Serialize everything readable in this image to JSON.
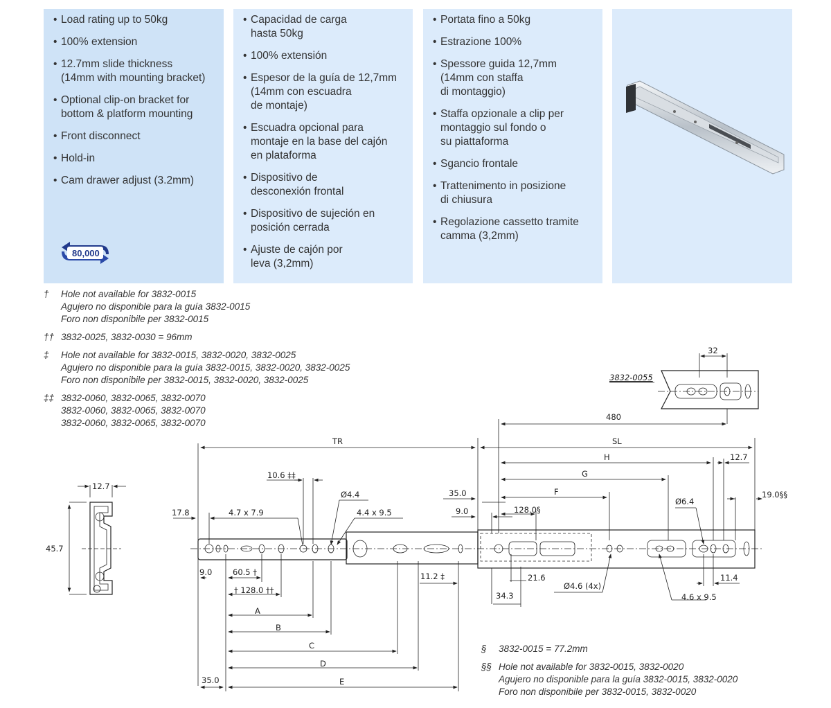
{
  "features": {
    "en": [
      "Load rating up to 50kg",
      "100% extension",
      "12.7mm slide thickness\n(14mm with mounting bracket)",
      "Optional clip-on bracket for\nbottom & platform mounting",
      "Front disconnect",
      "Hold-in",
      "Cam drawer adjust (3.2mm)"
    ],
    "es": [
      "Capacidad de carga\nhasta 50kg",
      "100% extensión",
      "Espesor de la guía de 12,7mm\n(14mm con escuadra\nde montaje)",
      "Escuadra opcional para\nmontaje en la base del cajón\nen plataforma",
      "Dispositivo de\ndesconexión frontal",
      "Dispositivo de sujeción en\nposición cerrada",
      "Ajuste de cajón por\nleva (3,2mm)"
    ],
    "it": [
      "Portata fino a 50kg",
      "Estrazione 100%",
      "Spessore guida 12,7mm\n(14mm con staffa\ndi montaggio)",
      "Staffa opzionale a clip per\nmontaggio sul fondo o\nsu piattaforma",
      "Sgancio frontale",
      "Trattenimento in posizione\ndi chiusura",
      "Regolazione cassetto tramite\ncamma (3,2mm)"
    ]
  },
  "badge": {
    "cycles": "80,000"
  },
  "notes_left": [
    {
      "symbol": "†",
      "lines": [
        "Hole not available for 3832-0015",
        "Agujero no disponible para la guía 3832-0015",
        "Foro non disponibile per 3832-0015"
      ]
    },
    {
      "symbol": "††",
      "lines": [
        "3832-0025, 3832-0030 = 96mm"
      ]
    },
    {
      "symbol": "‡",
      "lines": [
        "Hole not available for 3832-0015, 3832-0020, 3832-0025",
        "Agujero no disponible para la guía 3832-0015, 3832-0020, 3832-0025",
        "Foro non disponibile per 3832-0015, 3832-0020, 3832-0025"
      ]
    },
    {
      "symbol": "‡‡",
      "lines": [
        "3832-0060, 3832-0065, 3832-0070",
        "3832-0060, 3832-0065, 3832-0070",
        "3832-0060, 3832-0065, 3832-0070"
      ]
    }
  ],
  "notes_right": [
    {
      "symbol": "§",
      "lines": [
        "3832-0015 = 77.2mm"
      ]
    },
    {
      "symbol": "§§",
      "lines": [
        "Hole not available for 3832-0015, 3832-0020",
        "Agujero no disponible para la guía 3832-0015, 3832-0020",
        "Foro non disponibile per 3832-0015, 3832-0020"
      ]
    }
  ],
  "dims": {
    "model": "3832-0055",
    "d32": "32",
    "d480": "480",
    "TR": "TR",
    "SL": "SL",
    "H": "H",
    "G": "G",
    "F": "F",
    "d12_7": "12.7",
    "d12_7b": "12.7",
    "d10_6": "10.6 ‡‡",
    "d4_4": "Ø4.4",
    "d4_4x9_5": "4.4 x 9.5",
    "d4_7x7_9": "4.7 x 7.9",
    "d17_8": "17.8",
    "d35_0": "35.0",
    "d9_0a": "9.0",
    "d128s": "128.0§",
    "d6_4": "Ø6.4",
    "d19s": "19.0§§",
    "d45_7": "45.7",
    "d9_0b": "9.0",
    "d60_5": "60.5 †",
    "d128tt": "† 128.0 ††",
    "d11_2": "11.2 ‡",
    "d21_6": "21.6",
    "d34_3": "34.3",
    "d4_6x4": "Ø4.6 (4x)",
    "d4_6x9_5": "4.6 x 9.5",
    "d11_4": "11.4",
    "A": "A",
    "B": "B",
    "C": "C",
    "D": "D",
    "E": "E",
    "d35_0b": "35.0"
  }
}
